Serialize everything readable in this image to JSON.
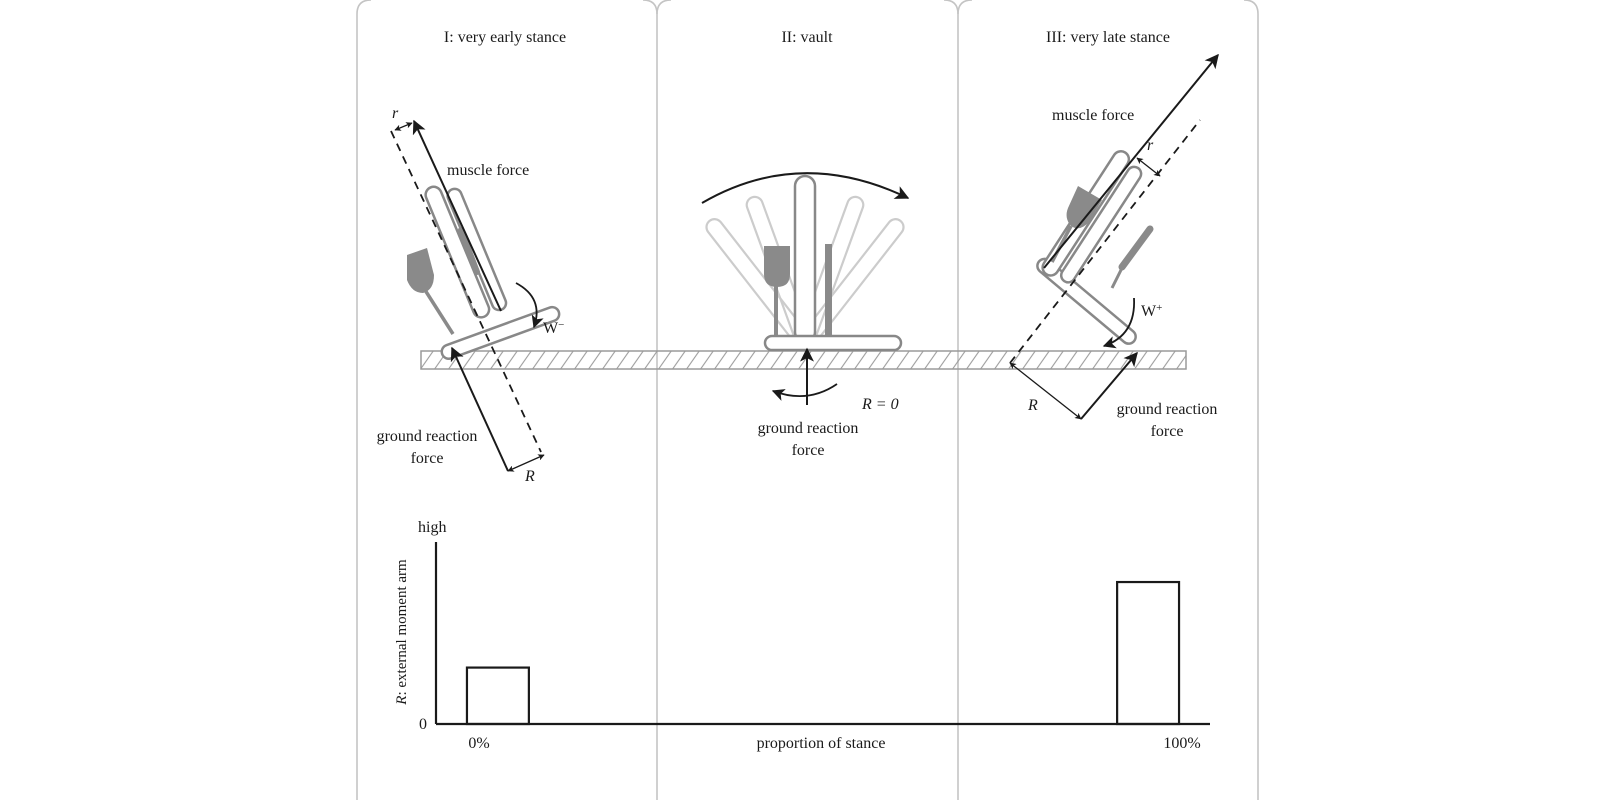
{
  "panels": [
    {
      "title": "I: very early stance"
    },
    {
      "title": "II: vault"
    },
    {
      "title": "III: very late stance"
    }
  ],
  "labels": {
    "muscle_force": "muscle force",
    "ground_reaction": "ground reaction",
    "force": "force",
    "r": "r",
    "R": "R",
    "w_base": "W",
    "w_minus": "−",
    "w_plus": "+",
    "r_zero": "R = 0"
  },
  "chart_data": {
    "type": "bar",
    "ylabel_italic": "R",
    "ylabel_rest": ": external moment arm",
    "xlabel": "proportion of stance",
    "y_high": "high",
    "y_zero": "0",
    "x_start": "0%",
    "x_end": "100%",
    "bars": [
      {
        "x_start": 0.04,
        "x_end": 0.12,
        "value": 0.31
      },
      {
        "x_start": 0.88,
        "x_end": 0.96,
        "value": 0.78
      }
    ],
    "ylim": [
      0,
      1
    ],
    "xlim": [
      0,
      1
    ]
  },
  "colors": {
    "ink": "#1a1a1a",
    "bone_outline": "#888888",
    "muscle_fill": "#8a8a8a",
    "ghost": "#cccccc",
    "panel_border": "#c4c4c4",
    "hatch": "#9a9a9a"
  }
}
